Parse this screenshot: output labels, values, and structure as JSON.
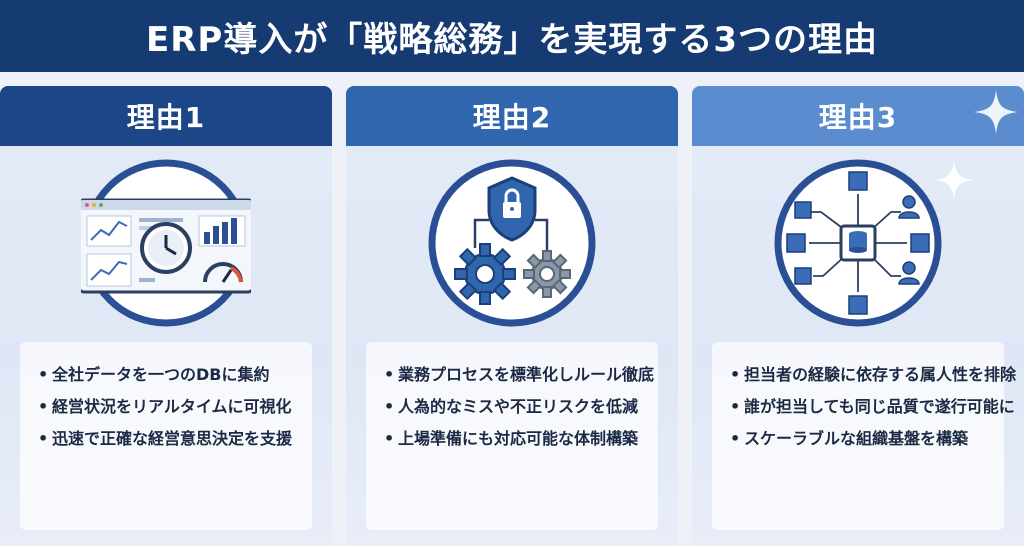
{
  "title": "ERP導入が「戦略総務」を実現する3つの理由",
  "colors": {
    "title_bar": "#163a72",
    "header_1": "#1c4688",
    "header_2": "#2f66ad",
    "header_3": "#5c8cd0",
    "accent_blue": "#3a6cb8",
    "icon_ring": "#2a4f94"
  },
  "cards": [
    {
      "header": "理由1",
      "icon": "dashboard-monitor-icon",
      "bullets": [
        "全社データを一つのDBに集約",
        "経営状況をリアルタイムに可視化",
        "迅速で正確な経営意思決定を支援"
      ]
    },
    {
      "header": "理由2",
      "icon": "shield-lock-gears-icon",
      "bullets": [
        "業務プロセスを標準化しルール徹底",
        "人為的なミスや不正リスクを低減",
        "上場準備にも対応可能な体制構築"
      ]
    },
    {
      "header": "理由3",
      "icon": "network-database-icon",
      "bullets": [
        "担当者の経験に依存する属人性を排除",
        "誰が担当しても同じ品質で遂行可能に",
        "スケーラブルな組織基盤を構築"
      ]
    }
  ]
}
